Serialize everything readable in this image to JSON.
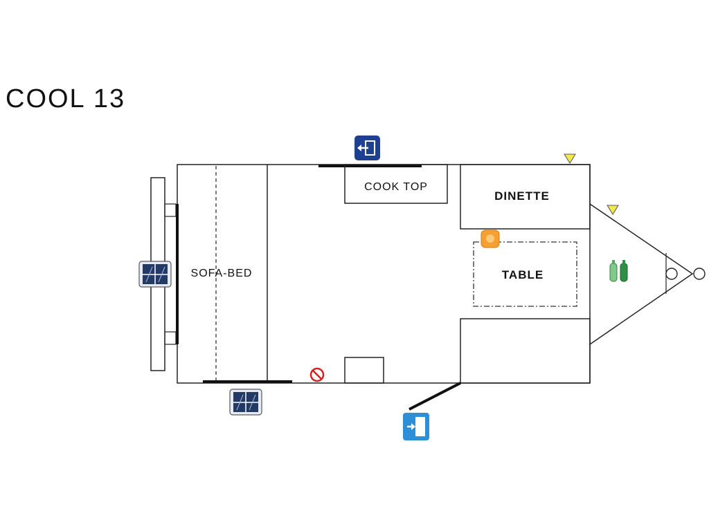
{
  "title": "COOL 13",
  "rooms": {
    "cooktop": "COOK TOP",
    "dinette": "DINETTE",
    "table": "TABLE",
    "sofabed": "SOFA-BED"
  },
  "icons": {
    "entry": "entry-door-icon",
    "exit": "exit-door-icon",
    "window": "window-icon",
    "no_smoking": "no-smoking-icon",
    "lpg": "lpg-tank-icon",
    "light": "light-icon",
    "marker": "marker-triangle-icon"
  },
  "colors": {
    "entry_icon": "#1f3f8f",
    "exit_icon": "#2e8fd6",
    "no_smoking": "#d62020",
    "lpg_light": "#7fc98b",
    "lpg_dark": "#2f8f45",
    "marker": "#f2e94e",
    "light": "#f5a030"
  }
}
